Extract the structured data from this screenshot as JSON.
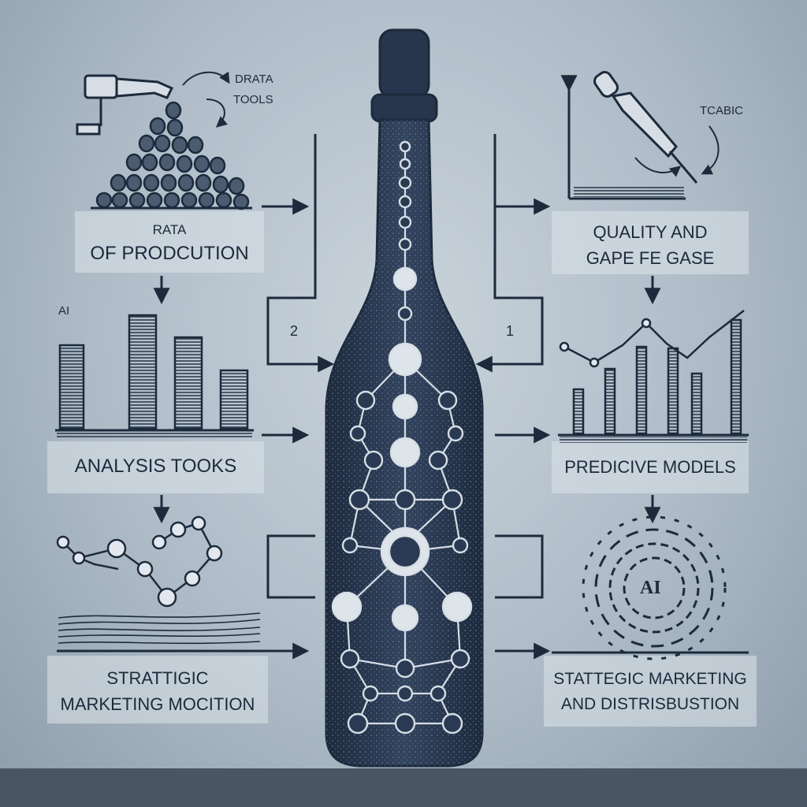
{
  "labels": {
    "top_left_line1": "RATA",
    "top_left_line2": "OF PRODCUTION",
    "mid_left": "ANALYSIS TOOKS",
    "bottom_left_line1": "STRATTIGIC",
    "bottom_left_line2": "MARKETING MOCITION",
    "top_right_line1": "QUALITY AND",
    "top_right_line2": "GAPE FE GASE",
    "mid_right": "PREDICIVE MODELS",
    "bottom_right_line1": "STATTEGIC MARKETING",
    "bottom_right_line2": "AND DISTRISBUSTION"
  },
  "small_text": {
    "drata": "DRATA",
    "tools": "TOOLS",
    "tcabic": "TCABIC",
    "ai_left": "AI",
    "ai_center": "AI"
  },
  "steps": {
    "left": "2",
    "right": "1"
  },
  "colors": {
    "ink": "#1c2a3c",
    "bottle": "#27364d",
    "background": "#b3c0cb"
  }
}
